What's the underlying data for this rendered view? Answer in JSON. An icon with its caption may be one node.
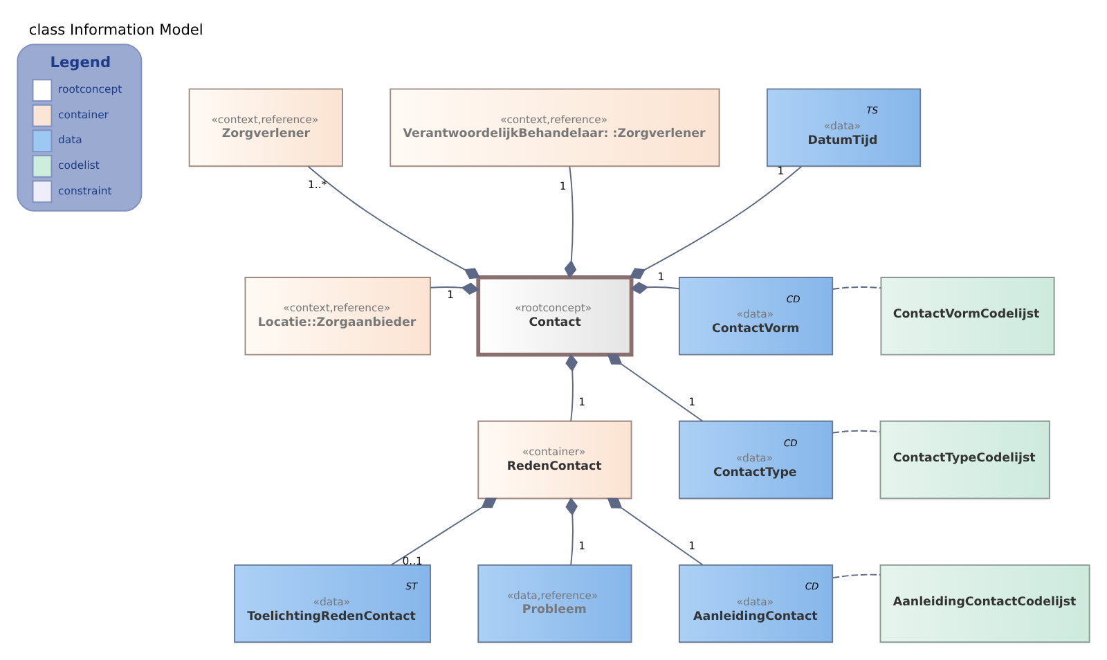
{
  "diagram": {
    "title": "class Information Model",
    "nodes": [
      {
        "text": [
          "«context,reference»",
          "Zorgverlener"
        ]
      },
      {
        "text": [
          "«context,reference»",
          "VerantwoordelijkBehandelaar: :Zorgverlener"
        ]
      },
      {
        "text": [
          "TS",
          "«data»",
          "DatumTijd"
        ]
      },
      {
        "text": [
          "«context,reference»",
          "Locatie::Zorgaanbieder"
        ]
      },
      {
        "text": [
          "«rootconcept»",
          "Contact"
        ]
      },
      {
        "text": [
          "CD",
          "«data»",
          "ContactVorm"
        ]
      },
      {
        "text": [
          "ContactVormCodelijst"
        ]
      },
      {
        "text": [
          "«container»",
          "RedenContact"
        ]
      },
      {
        "text": [
          "CD",
          "«data»",
          "ContactType"
        ]
      },
      {
        "text": [
          "ContactTypeCodelijst"
        ]
      },
      {
        "text": [
          "ST",
          "«data»",
          "ToelichtingRedenContact"
        ]
      },
      {
        "text": [
          "«data,reference»",
          "Probleem"
        ]
      },
      {
        "text": [
          "CD",
          "«data»",
          "AanleidingContact"
        ]
      },
      {
        "text": [
          "AanleidingContactCodelijst"
        ]
      }
    ],
    "edges": [
      {
        "from": 0,
        "to": 4,
        "arrow": "other",
        "label": "1..*"
      },
      {
        "from": 1,
        "to": 4,
        "arrow": "other",
        "label": "1"
      },
      {
        "from": 2,
        "to": 4,
        "arrow": "other",
        "label": "1"
      },
      {
        "from": 3,
        "to": 4,
        "arrow": "other",
        "label": "1"
      },
      {
        "from": 5,
        "to": 4,
        "arrow": "other",
        "label": "1"
      },
      {
        "from": 5,
        "to": 6,
        "arrow": "none",
        "style": "dashed"
      },
      {
        "from": 7,
        "to": 4,
        "arrow": "other",
        "label": "1"
      },
      {
        "from": 8,
        "to": 4,
        "arrow": "other",
        "label": "1"
      },
      {
        "from": 8,
        "to": 9,
        "arrow": "none",
        "style": "dashed"
      },
      {
        "from": 10,
        "to": 7,
        "arrow": "other",
        "label": "0..1"
      },
      {
        "from": 11,
        "to": 7,
        "arrow": "other",
        "label": "1"
      },
      {
        "from": 12,
        "to": 7,
        "arrow": "other",
        "label": "1"
      },
      {
        "from": 12,
        "to": 13,
        "arrow": "none",
        "style": "dashed"
      }
    ],
    "labels": [
      "Legend"
    ],
    "legend": [
      {
        "text": "rootconcept",
        "color": "#ffffff"
      },
      {
        "text": "container",
        "color": "#fbe6d6"
      },
      {
        "text": "data",
        "color": "#9cc8f2"
      },
      {
        "text": "codelist",
        "color": "#cdeedd"
      },
      {
        "text": "constraint",
        "color": "#eeeefa"
      }
    ]
  }
}
